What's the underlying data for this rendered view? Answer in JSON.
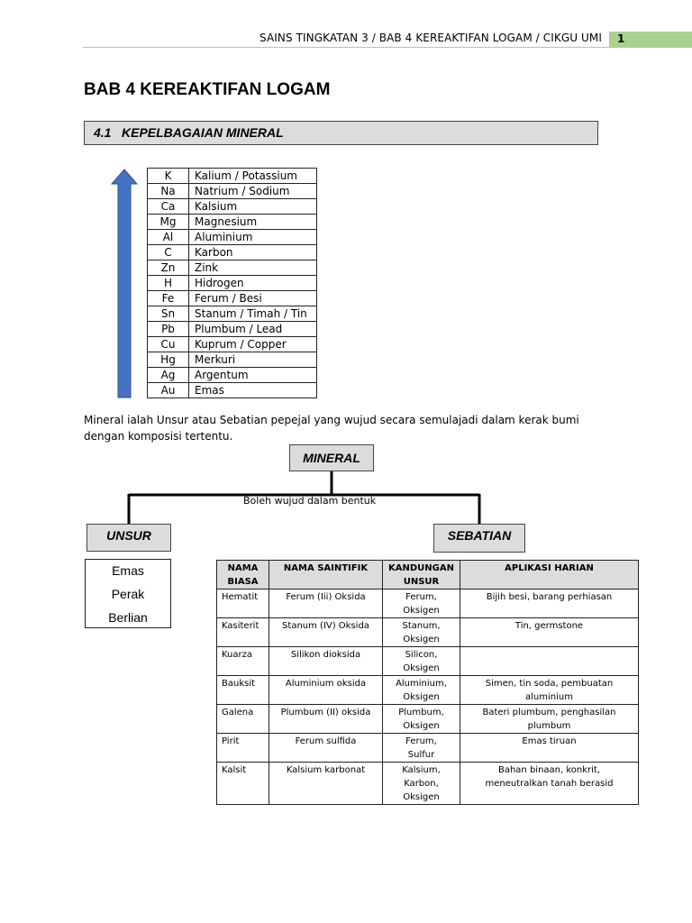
{
  "header": {
    "running_title": "SAINS TINGKATAN 3 / BAB 4 KEREAKTIFAN LOGAM / CIKGU UMI",
    "page_number": "1"
  },
  "chapter_title": "BAB 4 KEREAKTIFAN LOGAM",
  "section": {
    "number": "4.1",
    "title": "KEPELBAGAIAN MINERAL"
  },
  "reactivity_series": [
    {
      "symbol": "K",
      "name": "Kalium / Potassium"
    },
    {
      "symbol": "Na",
      "name": "Natrium / Sodium"
    },
    {
      "symbol": "Ca",
      "name": "Kalsium"
    },
    {
      "symbol": "Mg",
      "name": "Magnesium"
    },
    {
      "symbol": "Al",
      "name": "Aluminium"
    },
    {
      "symbol": "C",
      "name": "Karbon"
    },
    {
      "symbol": "Zn",
      "name": "Zink"
    },
    {
      "symbol": "H",
      "name": "Hidrogen"
    },
    {
      "symbol": "Fe",
      "name": "Ferum / Besi"
    },
    {
      "symbol": "Sn",
      "name": "Stanum / Timah / Tin"
    },
    {
      "symbol": "Pb",
      "name": "Plumbum / Lead"
    },
    {
      "symbol": "Cu",
      "name": "Kuprum / Copper"
    },
    {
      "symbol": "Hg",
      "name": "Merkuri"
    },
    {
      "symbol": "Ag",
      "name": "Argentum"
    },
    {
      "symbol": "Au",
      "name": "Emas"
    }
  ],
  "arrow_color": "#4472c4",
  "definition": "Mineral ialah Unsur atau Sebatian pepejal yang wujud secara semulajadi dalam kerak bumi dengan komposisi tertentu.",
  "tree": {
    "root": "MINERAL",
    "connector_label": "Boleh wujud dalam bentuk",
    "left": "UNSUR",
    "right": "SEBATIAN"
  },
  "unsur_examples": [
    "Emas",
    "Perak",
    "Berlian"
  ],
  "compounds_table": {
    "headers": [
      "NAMA\nBIASA",
      "NAMA SAINTIFIK",
      "KANDUNGAN\nUNSUR",
      "APLIKASI HARIAN"
    ],
    "rows": [
      [
        "Hematit",
        "Ferum (Iii) Oksida",
        "Ferum,\nOksigen",
        "Bijih besi, barang perhiasan"
      ],
      [
        "Kasiterit",
        "Stanum (IV) Oksida",
        "Stanum,\nOksigen",
        "Tin, germstone"
      ],
      [
        "Kuarza",
        "Silikon dioksida",
        "Silicon,\nOksigen",
        ""
      ],
      [
        "Bauksit",
        "Aluminium oksida",
        "Aluminium,\nOksigen",
        "Simen, tin soda, pembuatan\naluminium"
      ],
      [
        "Galena",
        "Plumbum (II) oksida",
        "Plumbum,\nOksigen",
        "Bateri plumbum, penghasilan\nplumbum"
      ],
      [
        "Pirit",
        "Ferum sulfida",
        "Ferum,\nSulfur",
        "Emas tiruan"
      ],
      [
        "Kalsit",
        "Kalsium karbonat",
        "Kalsium,\nKarbon,\nOksigen",
        "Bahan binaan, konkrit,\nmeneutralkan tanah berasid"
      ]
    ]
  }
}
